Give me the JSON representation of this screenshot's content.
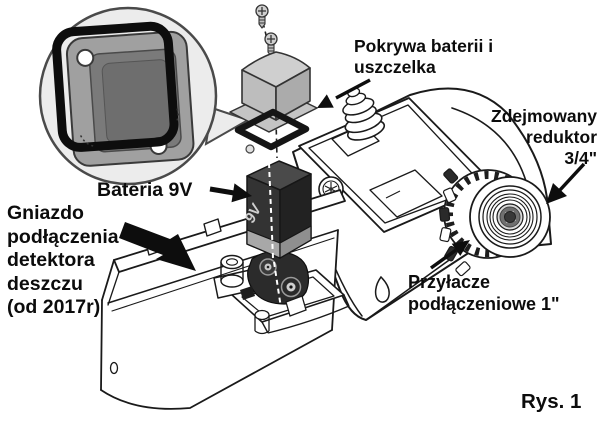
{
  "figure": {
    "caption": "Rys. 1",
    "background": "#ffffff"
  },
  "labels": {
    "battery_cover": {
      "line1": "Pokrywa baterii i",
      "line2": "uszczelka"
    },
    "reducer": {
      "line1": "Zdejmowany",
      "line2": "reduktor",
      "line3": "3/4\""
    },
    "battery": {
      "text": "Bateria 9V"
    },
    "rain_sensor": {
      "line1": "Gniazdo",
      "line2": "podłączenia",
      "line3": "detektora",
      "line4": "deszczu",
      "line5": "(od 2017r)"
    },
    "connector": {
      "line1": "Przyłacze",
      "line2": "podłączeniowe 1\""
    },
    "battery_marking": "9V"
  },
  "icons": {
    "pointer_arrow": "solid black triangle arrow",
    "detail_balloon": "magnifier callout circle"
  },
  "colors": {
    "text": "#0c0c0c",
    "line": "#1a1a1a",
    "arrow": "#0d0d0d",
    "balloon_fill": "#ececec",
    "cover_gray": "#b9b9b9",
    "battery_dark": "#2e2e2e",
    "battery_band": "#a8a8a8",
    "background": "#ffffff"
  }
}
